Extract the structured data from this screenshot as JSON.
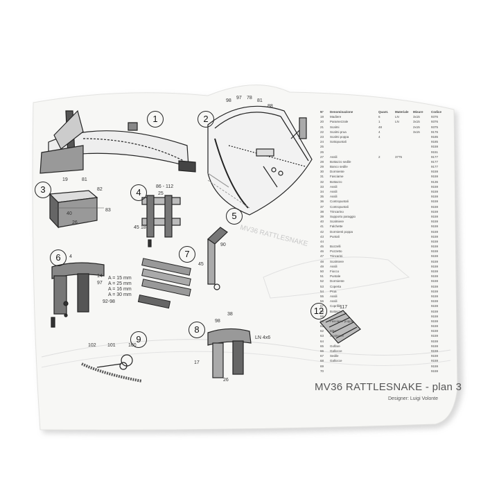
{
  "sheet": {
    "title": "MV36 RATTLESNAKE - plan 3",
    "designer": "Designer: Luigi Volonte",
    "background_text": "MV36 RATTLESNAKE"
  },
  "steps": [
    "1",
    "2",
    "3",
    "4",
    "5",
    "6",
    "7",
    "8",
    "9",
    "12"
  ],
  "dimensions": {
    "d3a": "19",
    "d3b": "81",
    "d3c": "82",
    "d3d": "83",
    "d3e": "26",
    "d3f": "40",
    "d4a": "86 - 112",
    "d4b": "25",
    "d4c": "45",
    "d4d": "18",
    "d6a": "4",
    "d6b": "14",
    "d6c": "97",
    "d6d": "92-98",
    "d6e": "A = 15 mm",
    "d6f": "A = 25 mm",
    "d6g": "A = 16 mm",
    "d6h": "A = 30 mm",
    "d7a": "90",
    "d7b": "45",
    "d8a": "38",
    "d8b": "98",
    "d8c": "26",
    "d8d": "LN 4x6",
    "d8e": "17",
    "d9a": "102",
    "d9b": "101",
    "d9c": "100",
    "d12a": "117",
    "d2a": "98",
    "d2b": "97",
    "d2c": "78",
    "d2d": "81",
    "d2e": "88"
  },
  "parts_table": {
    "headers": [
      "N°",
      "Denominazione",
      "Quant.",
      "Materiale",
      "Misure",
      "Codice"
    ],
    "rows": [
      [
        "19",
        "Madiere",
        "6",
        "LN",
        "3x15",
        "9376"
      ],
      [
        "20",
        "Paramezzale",
        "1",
        "LN",
        "3x15",
        "9376"
      ],
      [
        "21",
        "Scalmi",
        "48",
        "",
        "2x15",
        "9375"
      ],
      [
        "22",
        "Scalmi prua",
        "4",
        "",
        "3x15",
        "9176"
      ],
      [
        "23",
        "Scalmi poppa",
        "4",
        "",
        "",
        "9185"
      ],
      [
        "24",
        "Sottopuntali",
        "",
        "",
        "",
        "9185"
      ],
      [
        "25",
        "",
        "",
        "",
        "",
        "9159"
      ],
      [
        "26",
        "",
        "",
        "",
        "",
        "9151"
      ],
      [
        "27",
        "Assili",
        "2",
        "3775",
        "",
        "9177"
      ],
      [
        "28",
        "Bottazzo sedile",
        "",
        "",
        "",
        "9177"
      ],
      [
        "29",
        "Banco sedile",
        "",
        "",
        "",
        "9177"
      ],
      [
        "30",
        "Dormiente",
        "",
        "",
        "",
        "9159"
      ],
      [
        "31",
        "Fasciame",
        "",
        "",
        "",
        "9159"
      ],
      [
        "32",
        "Bottazzo",
        "",
        "",
        "",
        "9136"
      ],
      [
        "33",
        "Assili",
        "",
        "",
        "",
        "9159"
      ],
      [
        "34",
        "Assili",
        "",
        "",
        "",
        "9159"
      ],
      [
        "35",
        "Assili",
        "",
        "",
        "",
        "9159"
      ],
      [
        "36",
        "Contropuntali",
        "",
        "",
        "",
        "9159"
      ],
      [
        "37",
        "Contropuntali",
        "",
        "",
        "",
        "9159"
      ],
      [
        "38",
        "Trincarino",
        "",
        "",
        "",
        "9159"
      ],
      [
        "39",
        "Supporto paraggio",
        "",
        "",
        "",
        "9159"
      ],
      [
        "40",
        "Scalmiere",
        "",
        "",
        "",
        "9159"
      ],
      [
        "41",
        "Falchette",
        "",
        "",
        "",
        "9159"
      ],
      [
        "42",
        "Dormienti poppa",
        "",
        "",
        "",
        "9159"
      ],
      [
        "43",
        "Puntali",
        "",
        "",
        "",
        "9159"
      ],
      [
        "44",
        "",
        "",
        "",
        "",
        "9159"
      ],
      [
        "45",
        "Bozzelli",
        "",
        "",
        "",
        "9159"
      ],
      [
        "46",
        "Pozzetto",
        "",
        "",
        "",
        "9159"
      ],
      [
        "47",
        "Trincarini",
        "",
        "",
        "",
        "9159"
      ],
      [
        "48",
        "Scalmiere",
        "",
        "",
        "",
        "9159"
      ],
      [
        "49",
        "Assili",
        "",
        "",
        "",
        "9159"
      ],
      [
        "50",
        "Fiocco",
        "",
        "",
        "",
        "9159"
      ],
      [
        "51",
        "Puntale",
        "",
        "",
        "",
        "9159"
      ],
      [
        "52",
        "Dormiente",
        "",
        "",
        "",
        "9159"
      ],
      [
        "53",
        "Coperta",
        "",
        "",
        "",
        "9159"
      ],
      [
        "54",
        "Prua",
        "",
        "",
        "",
        "9159"
      ],
      [
        "55",
        "Assili",
        "",
        "",
        "",
        "9159"
      ],
      [
        "56",
        "Assili",
        "",
        "",
        "",
        "9159"
      ],
      [
        "57",
        "Coprifilo",
        "",
        "",
        "",
        "9159"
      ],
      [
        "58",
        "Bottazzo",
        "",
        "",
        "",
        "9159"
      ],
      [
        "59",
        "",
        "",
        "",
        "",
        "9159"
      ],
      [
        "60",
        "Fasciame poppa",
        "",
        "",
        "",
        "9159"
      ],
      [
        "61",
        "",
        "",
        "",
        "",
        "9159"
      ],
      [
        "62",
        "Bitte",
        "",
        "",
        "",
        "9159"
      ],
      [
        "63",
        "Scalmiere",
        "",
        "",
        "",
        "9159"
      ],
      [
        "64",
        "",
        "",
        "",
        "",
        "9159"
      ],
      [
        "65",
        "Golfare",
        "",
        "",
        "",
        "9159"
      ],
      [
        "66",
        "Gallocce",
        "",
        "",
        "",
        "9159"
      ],
      [
        "67",
        "Sedile",
        "",
        "",
        "",
        "9159"
      ],
      [
        "68",
        "Gallocce",
        "",
        "",
        "",
        "9159"
      ],
      [
        "69",
        "",
        "",
        "",
        "",
        "9159"
      ],
      [
        "70",
        "",
        "",
        "",
        "",
        "9159"
      ]
    ]
  }
}
